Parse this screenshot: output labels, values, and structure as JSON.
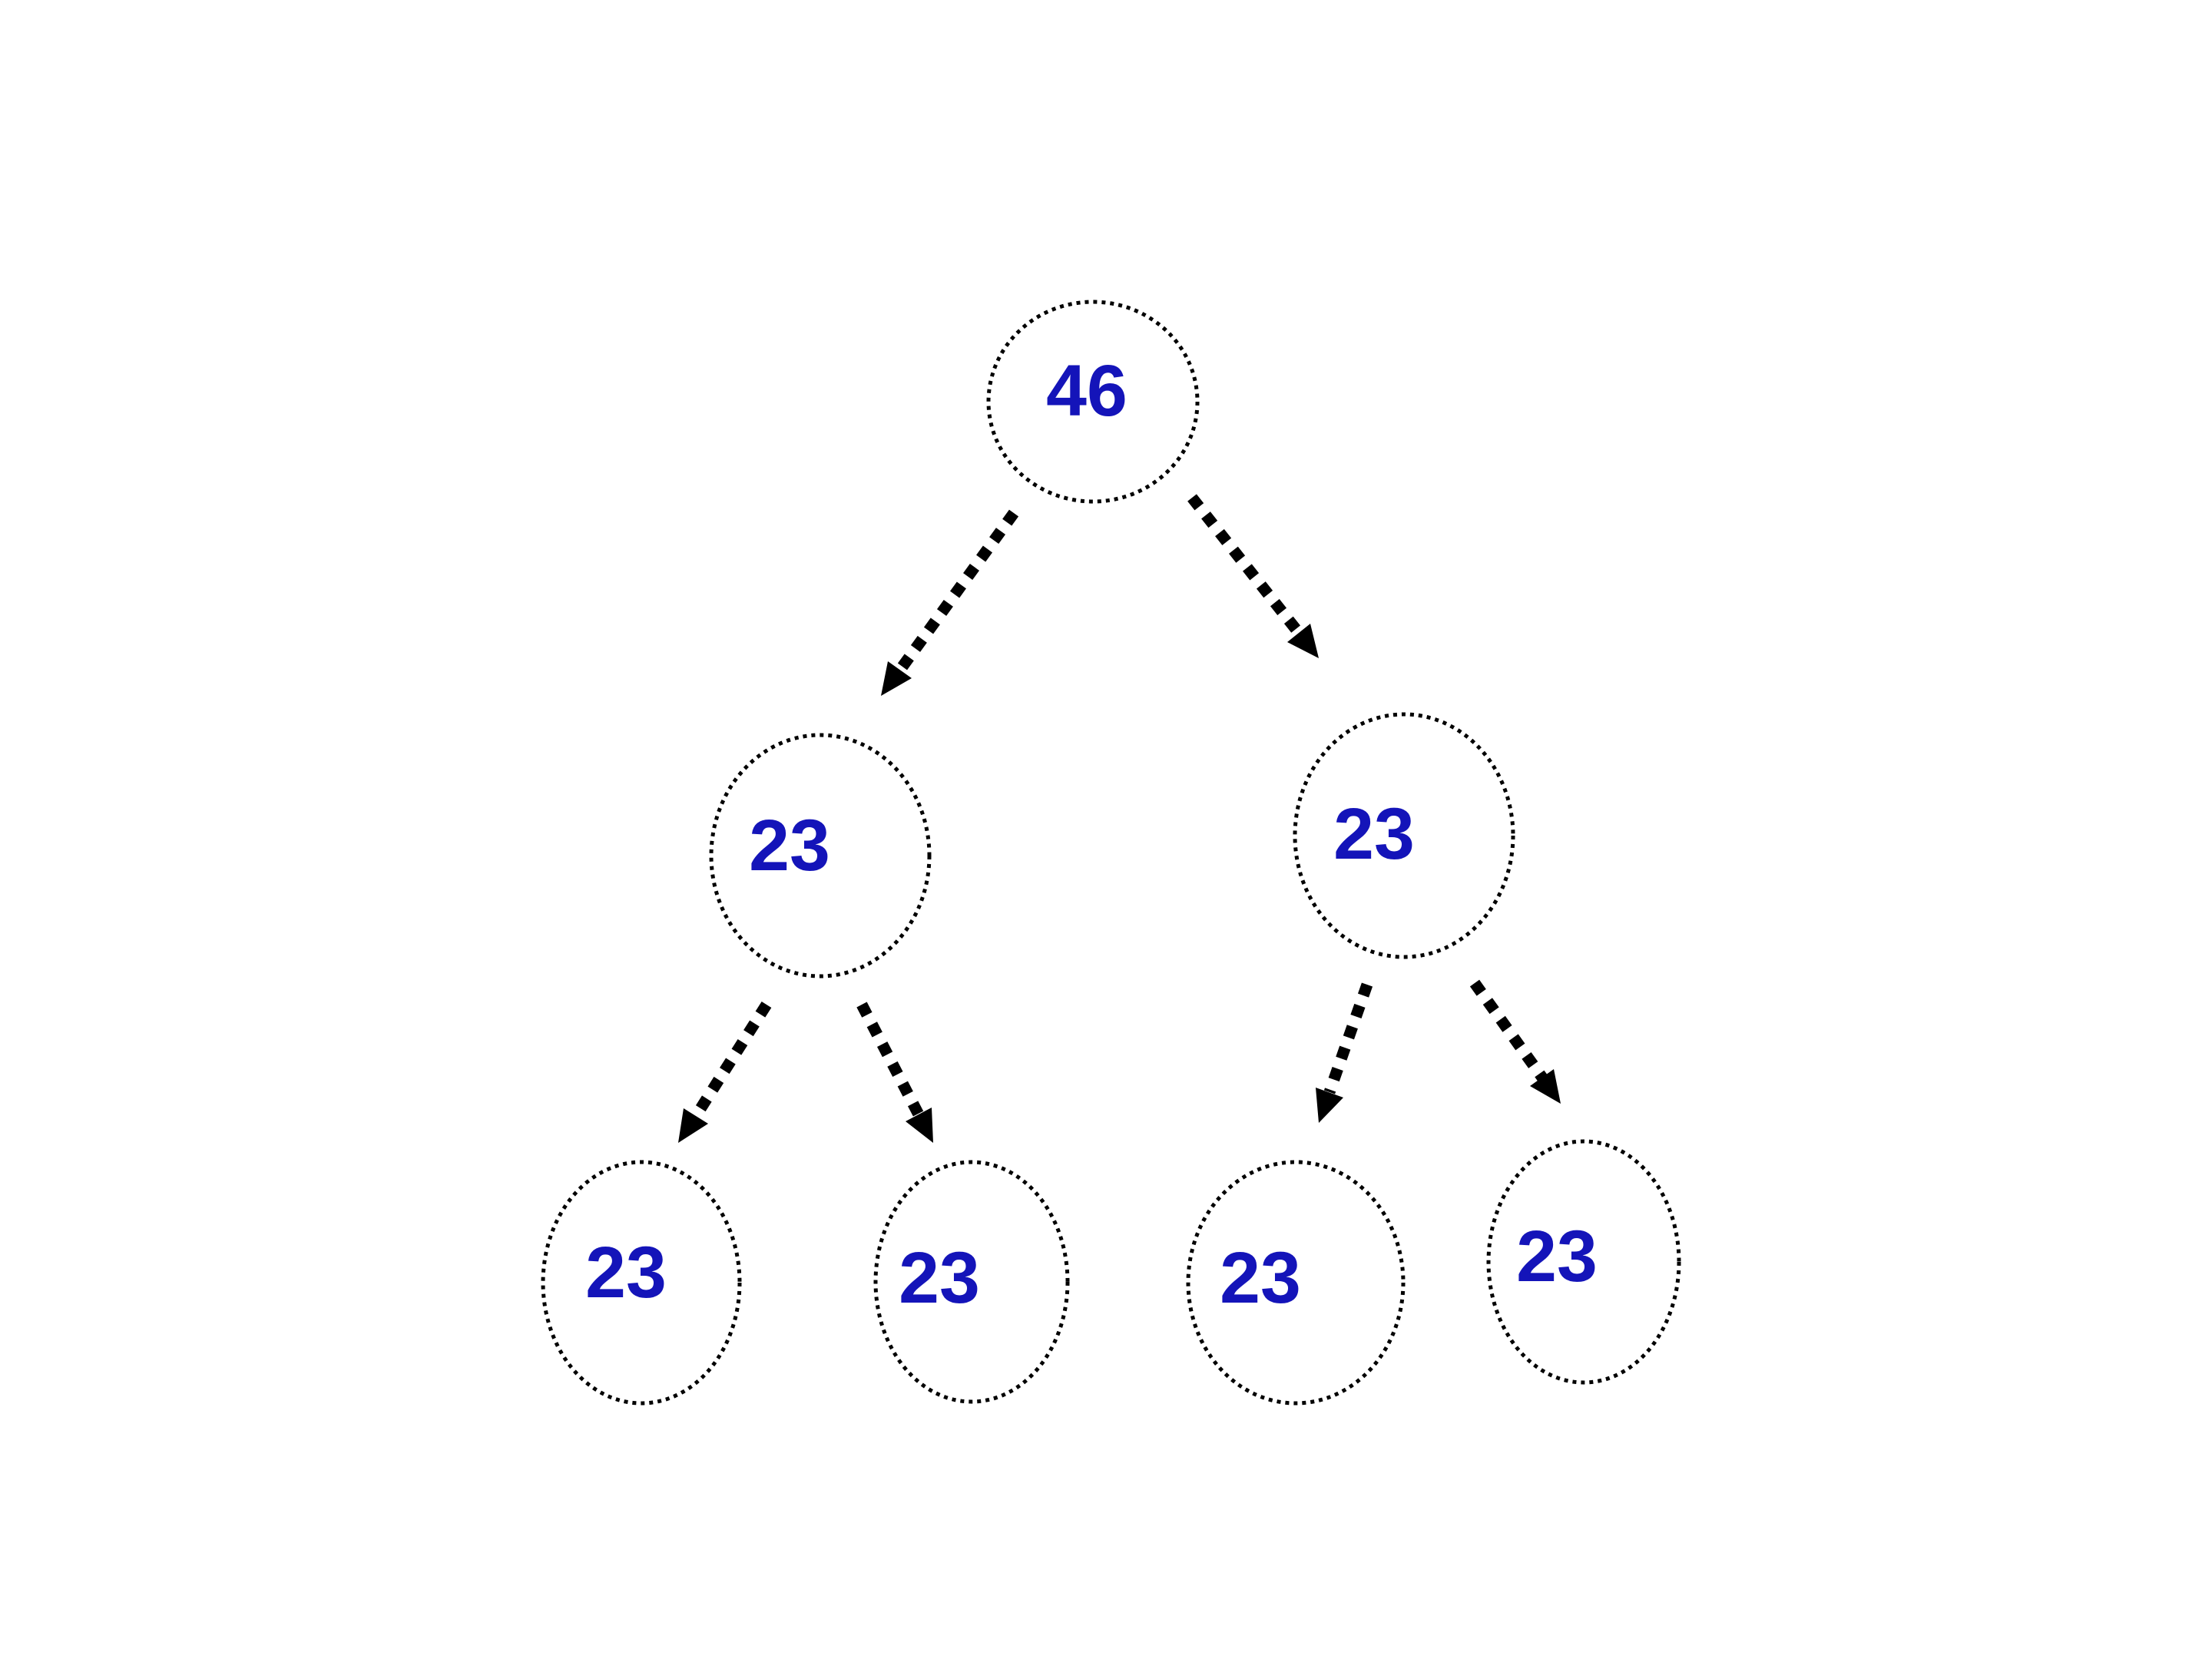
{
  "diagram_type": "binary-tree",
  "colors": {
    "background": "#ffffff",
    "node_border": "#000000",
    "edge": "#000000",
    "label_text": "#1414b9"
  },
  "tree": {
    "value": "46",
    "children": [
      {
        "value": "23",
        "children": [
          {
            "value": "23"
          },
          {
            "value": "23"
          }
        ]
      },
      {
        "value": "23",
        "children": [
          {
            "value": "23"
          },
          {
            "value": "23"
          }
        ]
      }
    ]
  },
  "nodes": {
    "root": {
      "label": "46"
    },
    "left": {
      "label": "23"
    },
    "right": {
      "label": "23"
    },
    "left_left": {
      "label": "23"
    },
    "left_right": {
      "label": "23"
    },
    "right_left": {
      "label": "23"
    },
    "right_right": {
      "label": "23"
    }
  }
}
